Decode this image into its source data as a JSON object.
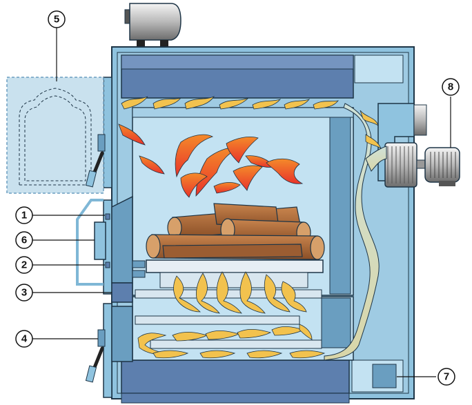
{
  "callouts": [
    {
      "id": "1",
      "label": "1"
    },
    {
      "id": "2",
      "label": "2"
    },
    {
      "id": "3",
      "label": "3"
    },
    {
      "id": "4",
      "label": "4"
    },
    {
      "id": "5",
      "label": "5"
    },
    {
      "id": "6",
      "label": "6"
    },
    {
      "id": "7",
      "label": "7"
    },
    {
      "id": "8",
      "label": "8"
    }
  ],
  "colors": {
    "shell": "#8fc3df",
    "shell_dark": "#6a9ec0",
    "inner": "#c3e2f2",
    "panel": "#5d7fae",
    "grate": "#d8e6ef",
    "wood": "#a6673a",
    "flame_yellow": "#f2c24e",
    "flame_red": "#e8492b",
    "outline": "#1d3446"
  }
}
